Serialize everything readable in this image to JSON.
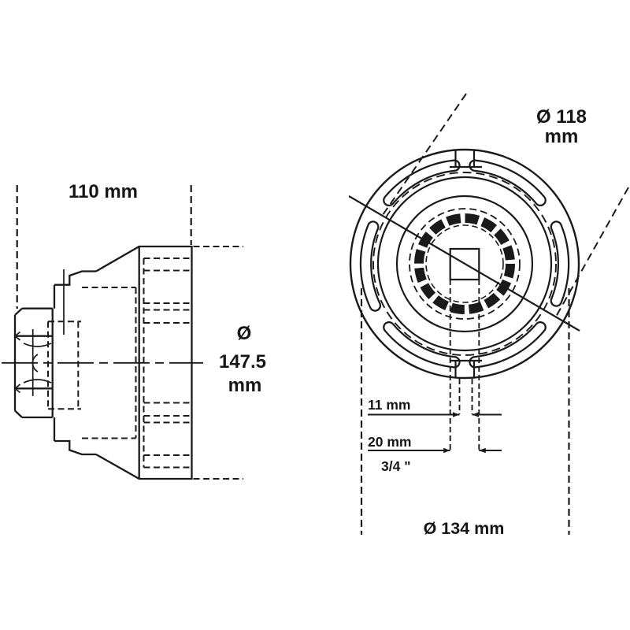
{
  "drawing": {
    "description": "Technical line drawing of an axle hub-nut socket: side view (left) and drive-end front view (right)",
    "colors": {
      "line": "#1a1a1a",
      "background": "#ffffff",
      "text": "#161616"
    },
    "labels": {
      "overall_length": "110 mm",
      "outer_diameter_lines": [
        "Ø",
        "147.5",
        "mm"
      ],
      "inner_diameter_lines": [
        "Ø 118",
        "mm"
      ],
      "tab_width": "11 mm",
      "square_width": "20 mm",
      "square_drive": "3/4 \"",
      "rim_diameter": "Ø 134 mm"
    },
    "values": {
      "overall_length_mm": 110,
      "outer_diameter_mm": 147.5,
      "inner_diameter_mm": 118,
      "rim_diameter_mm": 134,
      "tab_width_mm": 11,
      "square_width_mm": 20,
      "square_drive_inch": "3/4"
    }
  }
}
